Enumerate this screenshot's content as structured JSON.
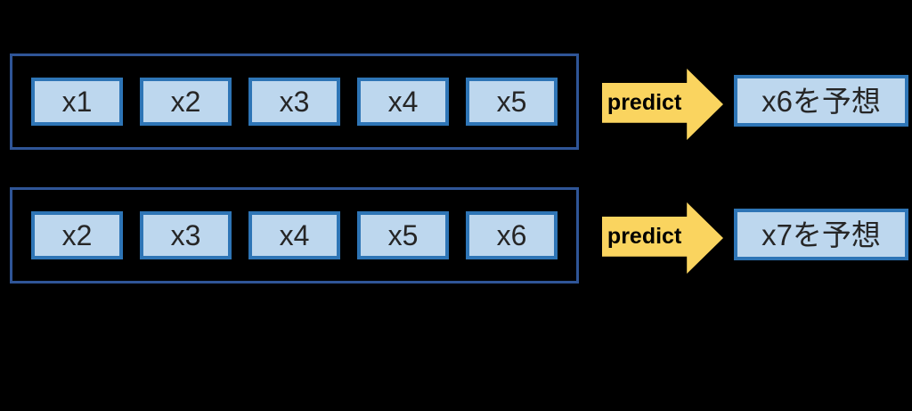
{
  "colors": {
    "background": "#000000",
    "sequence_box_fill": "#BDD7EE",
    "sequence_box_border": "#2E75B6",
    "container_border": "#2F5597",
    "arrow_fill": "#FAD45F",
    "label_text": "#262626",
    "arrow_text": "#000000"
  },
  "rows": [
    {
      "inputs": [
        "x1",
        "x2",
        "x3",
        "x4",
        "x5"
      ],
      "arrow_label": "predict",
      "output_label": "x6を予想"
    },
    {
      "inputs": [
        "x2",
        "x3",
        "x4",
        "x5",
        "x6"
      ],
      "arrow_label": "predict",
      "output_label": "x7を予想"
    }
  ]
}
